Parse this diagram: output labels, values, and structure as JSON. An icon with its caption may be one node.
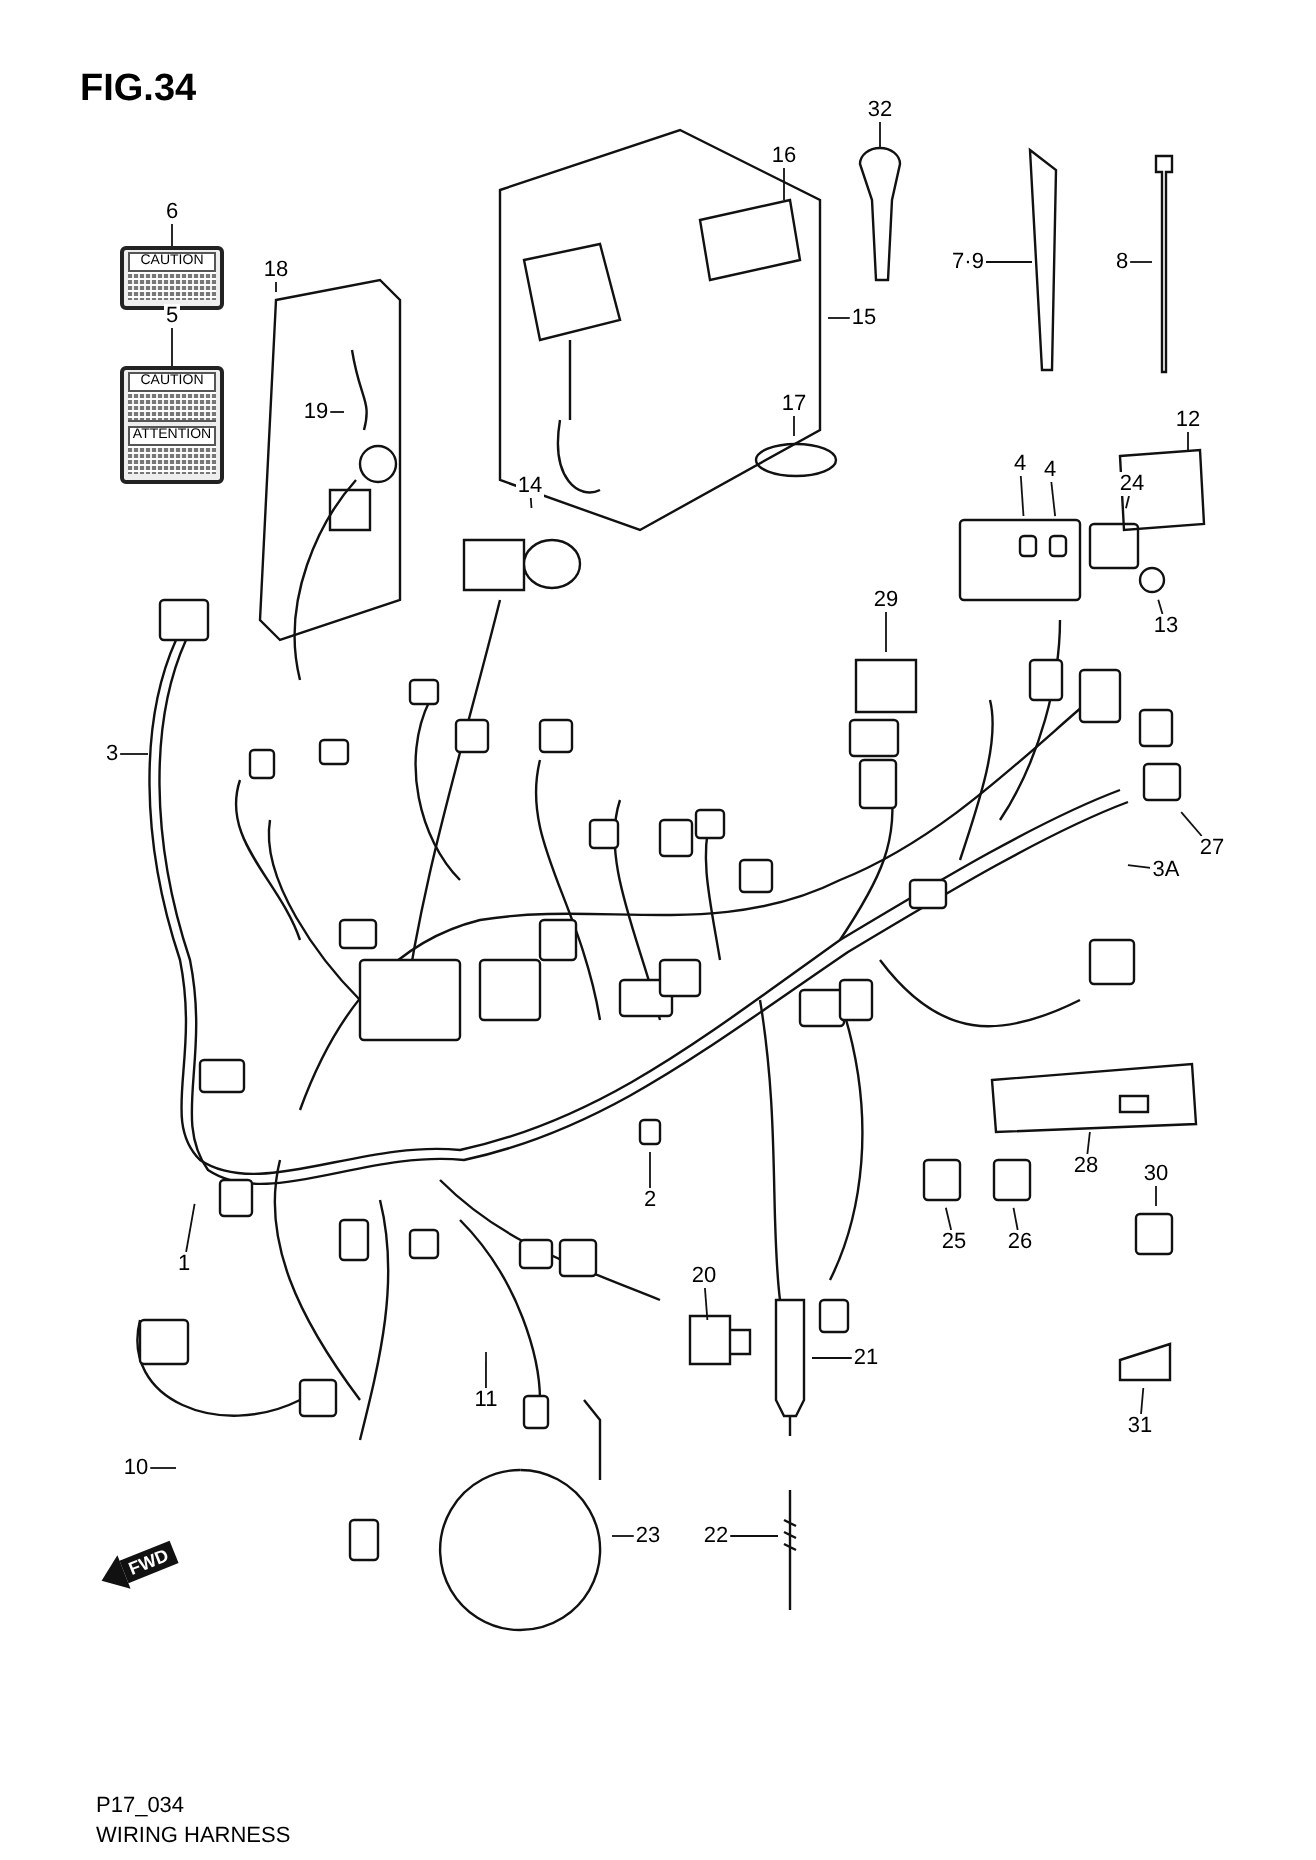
{
  "diagram": {
    "title": "FIG.34",
    "caption": "WIRING HARNESS",
    "nodes": [
      {
        "text": [
          "6"
        ]
      },
      {
        "text": [
          "CAUTION"
        ]
      },
      {
        "text": [
          "5"
        ]
      },
      {
        "text": [
          "CAUTION",
          "ATTENTION"
        ]
      },
      {
        "text": [
          "32"
        ]
      },
      {
        "text": [
          "16"
        ]
      },
      {
        "text": [
          "7·9"
        ]
      },
      {
        "text": [
          "8"
        ]
      },
      {
        "text": [
          "18"
        ]
      },
      {
        "text": [
          "15"
        ]
      },
      {
        "text": [
          "19"
        ]
      },
      {
        "text": [
          "17"
        ]
      },
      {
        "text": [
          "12"
        ]
      },
      {
        "text": [
          "4"
        ]
      },
      {
        "text": [
          "4"
        ]
      },
      {
        "text": [
          "24"
        ]
      },
      {
        "text": [
          "14"
        ]
      },
      {
        "text": [
          "29"
        ]
      },
      {
        "text": [
          "13"
        ]
      },
      {
        "text": [
          "3"
        ]
      },
      {
        "text": [
          "27"
        ]
      },
      {
        "text": [
          "3A"
        ]
      },
      {
        "text": [
          "28"
        ]
      },
      {
        "text": [
          "30"
        ]
      },
      {
        "text": [
          "2"
        ]
      },
      {
        "text": [
          "25"
        ]
      },
      {
        "text": [
          "26"
        ]
      },
      {
        "text": [
          "1"
        ]
      },
      {
        "text": [
          "20"
        ]
      },
      {
        "text": [
          "21"
        ]
      },
      {
        "text": [
          "10"
        ]
      },
      {
        "text": [
          "11"
        ]
      },
      {
        "text": [
          "31"
        ]
      },
      {
        "text": [
          "22"
        ]
      },
      {
        "text": [
          "23"
        ]
      },
      {
        "text": [],
        "shape": "box"
      }
    ],
    "edges": [
      {
        "from": 0,
        "to": 1,
        "arrow": "none"
      },
      {
        "from": 2,
        "to": 3,
        "arrow": "none"
      },
      {
        "from": 4,
        "to": null,
        "arrow": "none"
      },
      {
        "from": 5,
        "to": null,
        "arrow": "none"
      },
      {
        "from": 6,
        "to": null,
        "arrow": "none"
      },
      {
        "from": 7,
        "to": null,
        "arrow": "none"
      },
      {
        "from": 8,
        "to": null,
        "arrow": "none"
      },
      {
        "from": 9,
        "to": null,
        "arrow": "none"
      },
      {
        "from": 10,
        "to": null,
        "arrow": "none"
      },
      {
        "from": 11,
        "to": null,
        "arrow": "none"
      },
      {
        "from": 12,
        "to": null,
        "arrow": "none"
      },
      {
        "from": 13,
        "to": null,
        "arrow": "none"
      },
      {
        "from": 14,
        "to": null,
        "arrow": "none"
      },
      {
        "from": 15,
        "to": null,
        "arrow": "none"
      },
      {
        "from": 16,
        "to": null,
        "arrow": "none"
      },
      {
        "from": 17,
        "to": null,
        "arrow": "none"
      },
      {
        "from": 18,
        "to": null,
        "arrow": "none"
      },
      {
        "from": 19,
        "to": null,
        "arrow": "none"
      },
      {
        "from": 20,
        "to": null,
        "arrow": "none"
      },
      {
        "from": 21,
        "to": null,
        "arrow": "none"
      },
      {
        "from": 22,
        "to": 35,
        "arrow": "none"
      },
      {
        "from": 23,
        "to": null,
        "arrow": "none"
      },
      {
        "from": 24,
        "to": null,
        "arrow": "none"
      },
      {
        "from": 25,
        "to": null,
        "arrow": "none"
      },
      {
        "from": 26,
        "to": null,
        "arrow": "none"
      },
      {
        "from": 27,
        "to": null,
        "arrow": "none"
      },
      {
        "from": 28,
        "to": null,
        "arrow": "none"
      },
      {
        "from": 29,
        "to": null,
        "arrow": "none"
      },
      {
        "from": 30,
        "to": null,
        "arrow": "none"
      },
      {
        "from": 31,
        "to": null,
        "arrow": "none"
      },
      {
        "from": 32,
        "to": null,
        "arrow": "none"
      },
      {
        "from": 33,
        "to": null,
        "arrow": "none"
      },
      {
        "from": 34,
        "to": null,
        "arrow": "none"
      }
    ],
    "labels": [
      "FWD",
      "P17_034"
    ]
  }
}
